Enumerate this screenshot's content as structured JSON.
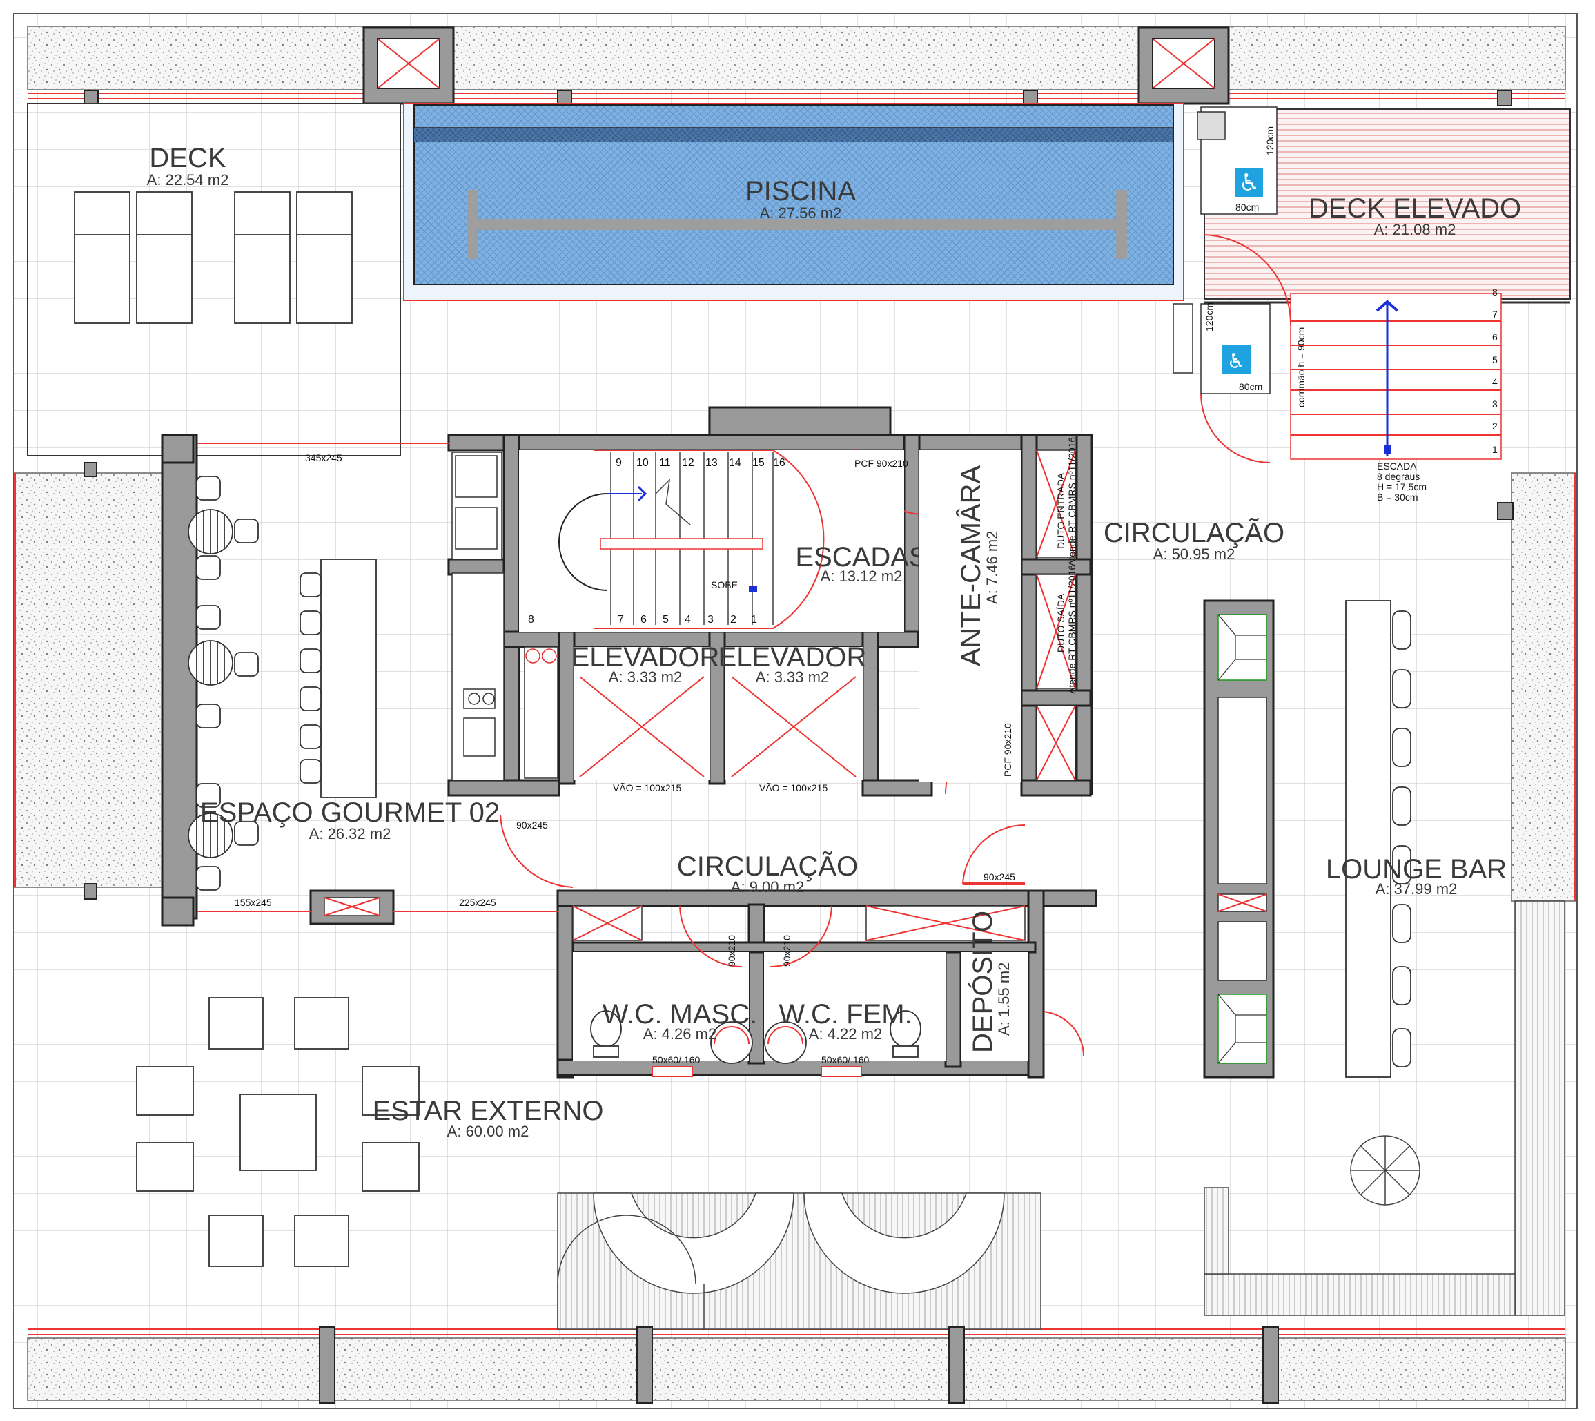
{
  "rooms": {
    "deck": {
      "name": "DECK",
      "area": "A: 22.54 m2"
    },
    "piscina": {
      "name": "PISCINA",
      "area": "A: 27.56 m2"
    },
    "deck_elevado": {
      "name": "DECK ELEVADO",
      "area": "A: 21.08 m2"
    },
    "escadas": {
      "name": "ESCADAS",
      "area": "A: 13.12 m2"
    },
    "ante_camara": {
      "name": "ANTE-CAMÂRA",
      "area": "A: 7.46 m2"
    },
    "elevador1": {
      "name": "ELEVADOR",
      "area": "A: 3.33 m2"
    },
    "elevador2": {
      "name": "ELEVADOR",
      "area": "A: 3.33 m2"
    },
    "circulacao_ext": {
      "name": "CIRCULAÇÃO",
      "area": "A: 50.95 m2"
    },
    "circulacao_int": {
      "name": "CIRCULAÇÃO",
      "area": "A: 9.00 m2"
    },
    "gourmet": {
      "name": "ESPAÇO GOURMET 02",
      "area": "A: 26.32 m2"
    },
    "lounge": {
      "name": "LOUNGE BAR",
      "area": "A: 37.99 m2"
    },
    "wc_masc": {
      "name": "W.C. MASC.",
      "area": "A: 4.26 m2"
    },
    "wc_fem": {
      "name": "W.C. FEM.",
      "area": "A: 4.22 m2"
    },
    "deposito": {
      "name": "DEPÓSITO",
      "area": "A: 1.55 m2"
    },
    "estar": {
      "name": "ESTAR EXTERNO",
      "area": "A: 60.00 m2"
    }
  },
  "annotations": {
    "d_345": "345x245",
    "d_155": "155x245",
    "d_225": "225x245",
    "d_90a": "90x245",
    "d_90b": "90x245",
    "pcf1": "PCF 90x210",
    "pcf2": "PCF 90x210",
    "vao1": "VÃO = 100x215",
    "vao2": "VÃO = 100x215",
    "wc_d1": "90x210",
    "wc_d2": "90x210",
    "win1": "50x60/.160",
    "win2": "50x60/.160",
    "c120a": "120cm",
    "c80a": "80cm",
    "c120b": "120cm",
    "c80b": "80cm",
    "corrimao": "corrimão h = 90cm",
    "sobe": "SOBE",
    "duto_entrada": "DUTO ENTRADA",
    "duto_entrada2": "Atende RT CBMRS nº11/2016",
    "duto_saida": "DUTO SAÍDA",
    "duto_saida2": "Atende RT CBMRS nº11/2016",
    "escada_t1": "ESCADA",
    "escada_t2": "8 degraus",
    "escada_t3": "H = 17,5cm",
    "escada_t4": "B = 30cm"
  },
  "stair_top": [
    "9",
    "10",
    "11",
    "12",
    "13",
    "14",
    "15",
    "16"
  ],
  "stair_bottom": [
    "7",
    "6",
    "5",
    "4",
    "3",
    "2",
    "1"
  ],
  "stair_bottom_left": "8",
  "deck_steps": [
    "8",
    "7",
    "6",
    "5",
    "4",
    "3",
    "2",
    "1"
  ],
  "colors": {
    "wall": "#9a9a9a",
    "red": "#e33333",
    "pool": "#6fa6dc",
    "access": "#1fa3e0",
    "arrow": "#1a2fd6"
  }
}
